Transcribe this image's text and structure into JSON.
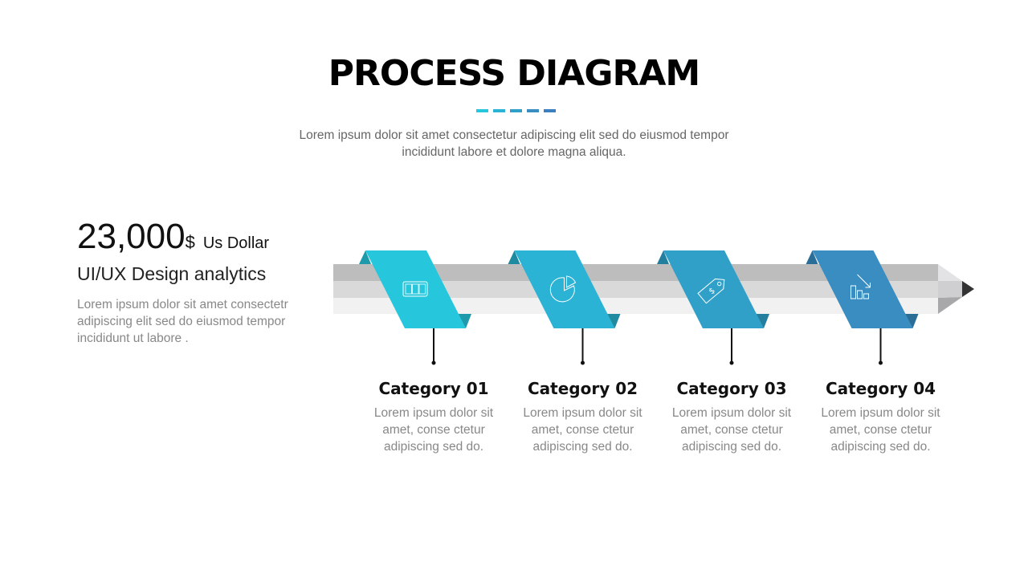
{
  "title": "PROCESS DIAGRAM",
  "accent_colors": [
    "#26c6dc",
    "#2ab3d4",
    "#31a0c9",
    "#3a8dc1",
    "#3a7fbf"
  ],
  "subtitle_line1": "Lorem ipsum dolor sit amet consectetur adipiscing elit sed do eiusmod tempor",
  "subtitle_line2": "incididunt labore et dolore magna aliqua.",
  "stat": {
    "value": "23,000",
    "currency": "$",
    "unit": "Us Dollar",
    "heading": "UI/UX Design analytics",
    "desc": "Lorem ipsum dolor sit amet consectetr adipiscing elit sed do eiusmod tempor incididunt ut labore ."
  },
  "categories": [
    {
      "title": "Category 01",
      "icon": "jcb-card-icon",
      "color": "#26c6dc",
      "text": "Lorem ipsum dolor sit amet, conse ctetur adipiscing sed do."
    },
    {
      "title": "Category 02",
      "icon": "pie-chart-icon",
      "color": "#2ab3d4",
      "text": "Lorem ipsum dolor sit amet, conse ctetur adipiscing sed do."
    },
    {
      "title": "Category 03",
      "icon": "price-tag-icon",
      "color": "#31a0c9",
      "text": "Lorem ipsum dolor sit amet, conse ctetur adipiscing sed do."
    },
    {
      "title": "Category 04",
      "icon": "bar-chart-down-icon",
      "color": "#3a8dc1",
      "text": "Lorem ipsum dolor sit amet, conse ctetur adipiscing sed do."
    }
  ]
}
